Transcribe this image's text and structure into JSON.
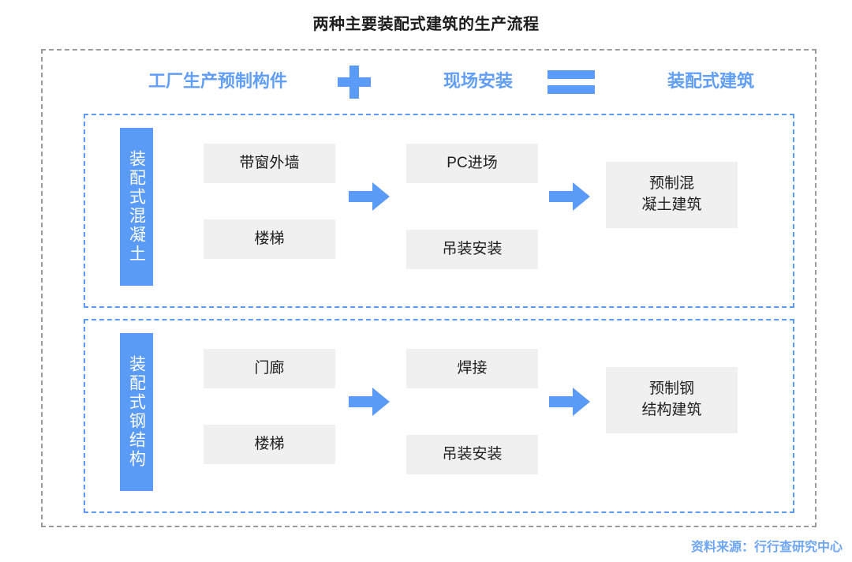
{
  "title": "两种主要装配式建筑的生产流程",
  "equation": {
    "factory_label": "工厂生产预制构件",
    "plus_icon": "plus-icon",
    "onsite_label": "现场安装",
    "equals_icon": "equals-icon",
    "result_label": "装配式建筑"
  },
  "sections": [
    {
      "category": "装配式混凝土",
      "factory_steps": [
        "带窗外墙",
        "楼梯"
      ],
      "onsite_steps": [
        "PC进场",
        "吊装安装"
      ],
      "result": "预制混\n凝土建筑",
      "arrow_icon": "right-arrow-icon"
    },
    {
      "category": "装配式钢结构",
      "factory_steps": [
        "门廊",
        "楼梯"
      ],
      "onsite_steps": [
        "焊接",
        "吊装安装"
      ],
      "result": "预制钢\n结构建筑",
      "arrow_icon": "right-arrow-icon"
    }
  ],
  "source": "资料来源：行行查研究中心",
  "colors": {
    "accent_blue": "#5b9bf8",
    "header_blue": "#619ef7",
    "box_gray": "#f0f0f0",
    "outer_dash": "#9a9a9a",
    "text_dark": "#1f1f1f",
    "source_blue": "#6ea6f7"
  }
}
